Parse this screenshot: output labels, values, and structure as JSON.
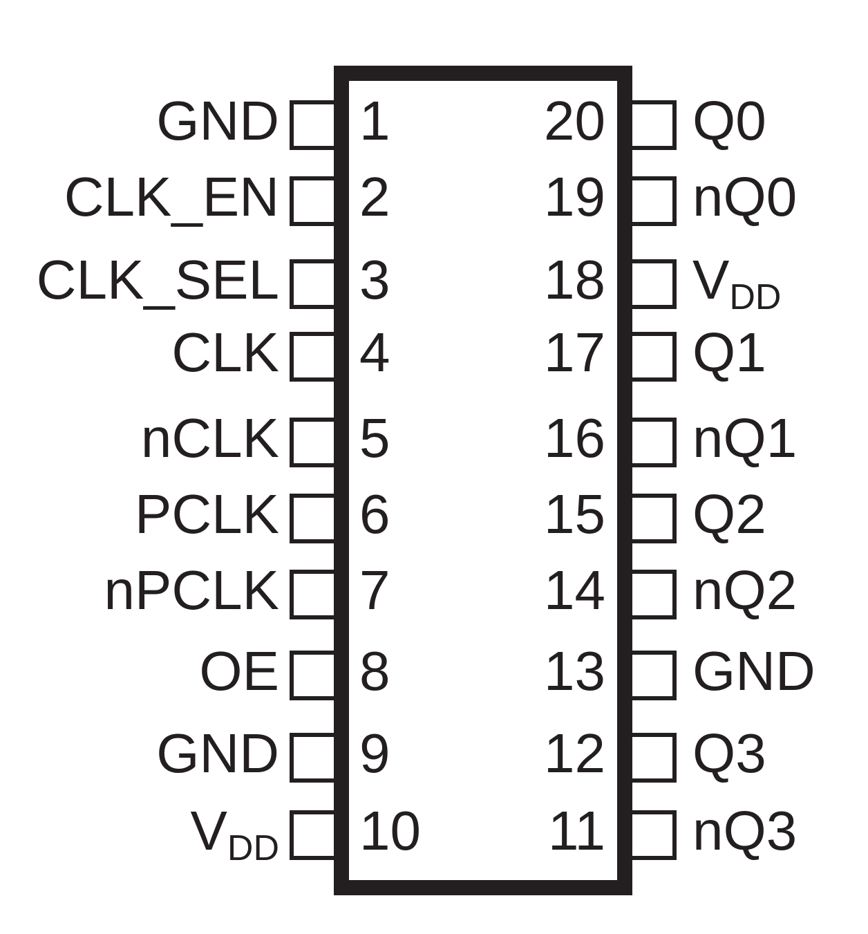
{
  "diagram": {
    "colors": {
      "ink": "#231f20",
      "background": "#ffffff"
    },
    "pins_left": [
      {
        "num": "1",
        "name": "GND"
      },
      {
        "num": "2",
        "name": "CLK_EN"
      },
      {
        "num": "3",
        "name": "CLK_SEL"
      },
      {
        "num": "4",
        "name": "CLK"
      },
      {
        "num": "5",
        "name": "nCLK"
      },
      {
        "num": "6",
        "name": "PCLK"
      },
      {
        "num": "7",
        "name": "nPCLK"
      },
      {
        "num": "8",
        "name": "OE"
      },
      {
        "num": "9",
        "name": "GND"
      },
      {
        "num": "10",
        "name": "V",
        "sub": "DD"
      }
    ],
    "pins_right": [
      {
        "num": "20",
        "name": "Q0"
      },
      {
        "num": "19",
        "name": "nQ0"
      },
      {
        "num": "18",
        "name": "V",
        "sub": "DD"
      },
      {
        "num": "17",
        "name": "Q1"
      },
      {
        "num": "16",
        "name": "nQ1"
      },
      {
        "num": "15",
        "name": "Q2"
      },
      {
        "num": "14",
        "name": "nQ2"
      },
      {
        "num": "13",
        "name": "GND"
      },
      {
        "num": "12",
        "name": "Q3"
      },
      {
        "num": "11",
        "name": "nQ3"
      }
    ]
  }
}
